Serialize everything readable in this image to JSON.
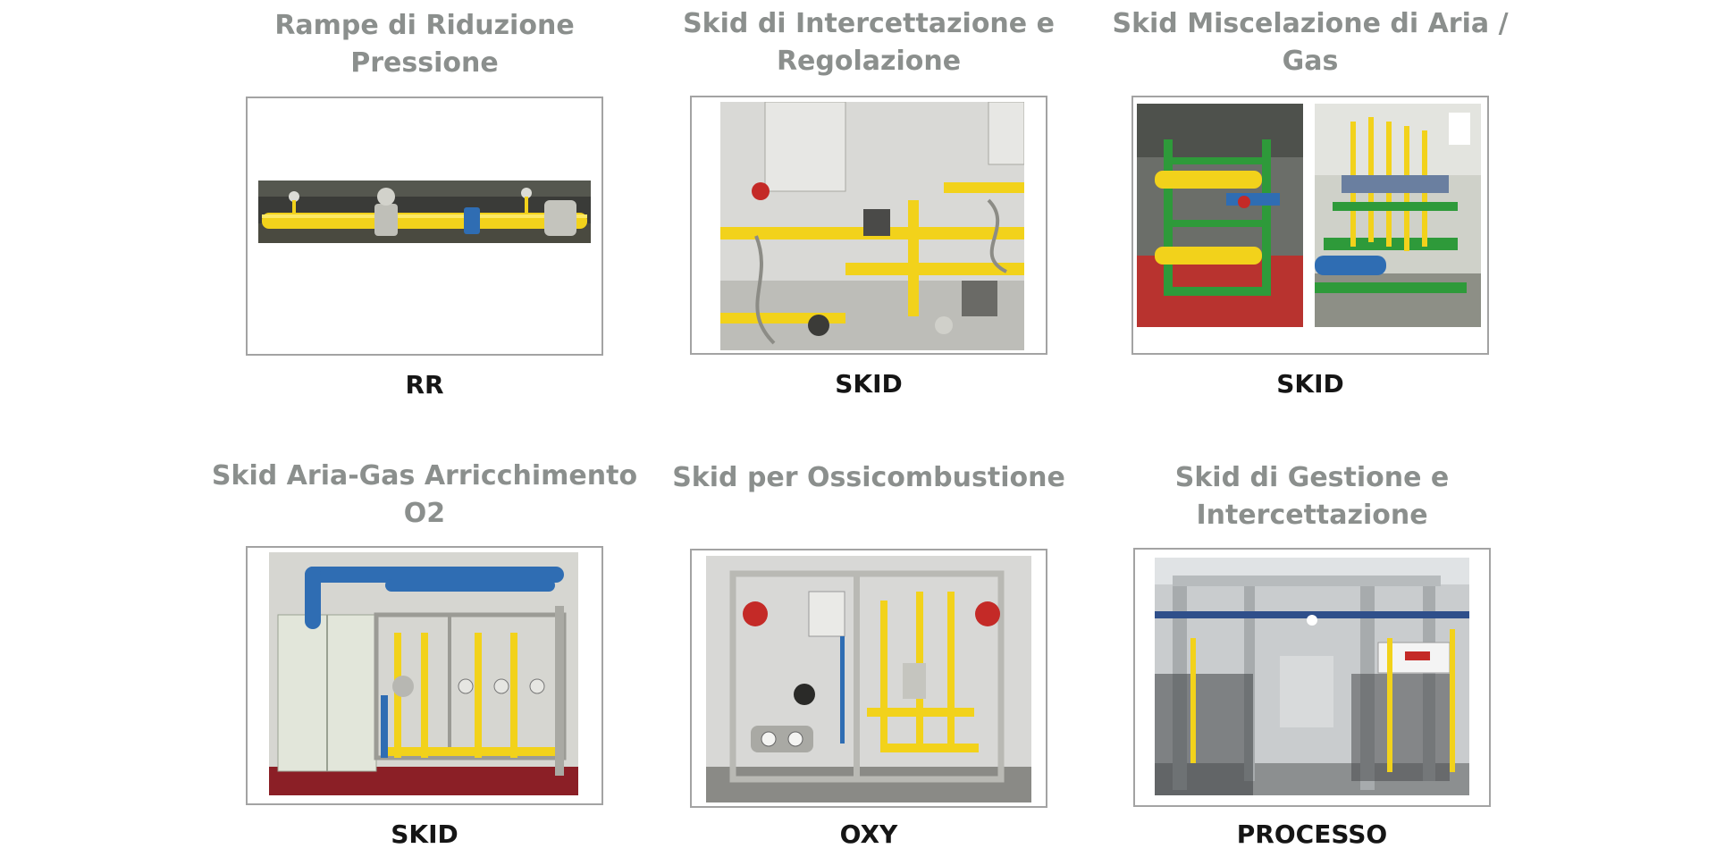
{
  "cards": [
    {
      "title": "Rampe di Riduzione Pressione",
      "label": "RR"
    },
    {
      "title": "Skid di Intercettazione e Regolazione",
      "label": "SKID"
    },
    {
      "title": "Skid Miscelazione di Aria / Gas",
      "label": "SKID"
    },
    {
      "title": "Skid Aria-Gas Arricchimento O2",
      "label": "SKID"
    },
    {
      "title": "Skid per Ossicombustione",
      "label": "OXY"
    },
    {
      "title": "Skid di Gestione e Intercettazione",
      "label": "PROCESSO"
    }
  ],
  "colors": {
    "title": "#8b8f8d",
    "label": "#151515",
    "frame": "#a3a3a3",
    "pipe_yellow": "#f2d21b",
    "pipe_blue": "#2f6db3",
    "frame_green": "#2e9a3a",
    "floor_red": "#b8332f"
  }
}
